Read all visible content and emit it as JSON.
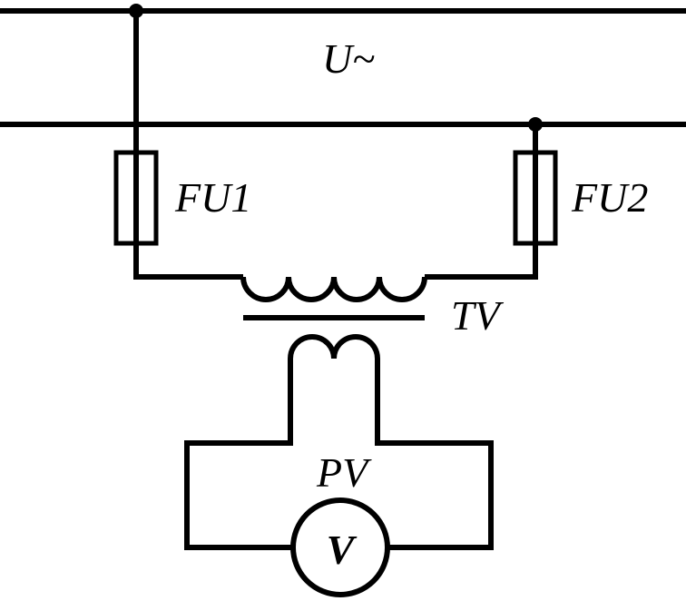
{
  "labels": {
    "voltage": "U~",
    "fuse1": "FU1",
    "fuse2": "FU2",
    "transformer": "TV",
    "voltmeter_name": "PV",
    "voltmeter_symbol": "V"
  },
  "colors": {
    "stroke": "#000000",
    "background": "#ffffff"
  }
}
